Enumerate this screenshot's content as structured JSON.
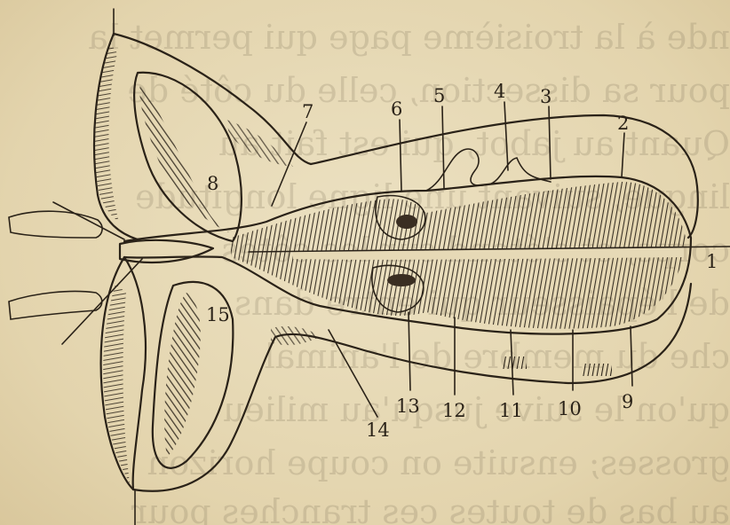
{
  "figure": {
    "labels": [
      {
        "id": "1",
        "text": "1"
      },
      {
        "id": "2",
        "text": "2"
      },
      {
        "id": "3",
        "text": "3"
      },
      {
        "id": "4",
        "text": "4"
      },
      {
        "id": "5",
        "text": "5"
      },
      {
        "id": "6",
        "text": "6"
      },
      {
        "id": "7",
        "text": "7"
      },
      {
        "id": "8",
        "text": "8"
      },
      {
        "id": "9",
        "text": "9"
      },
      {
        "id": "10",
        "text": "10"
      },
      {
        "id": "11",
        "text": "11"
      },
      {
        "id": "12",
        "text": "12"
      },
      {
        "id": "13",
        "text": "13"
      },
      {
        "id": "14",
        "text": "14"
      },
      {
        "id": "15",
        "text": "15"
      }
    ]
  },
  "colors": {
    "ink": "#2a2218",
    "paper": "#e6d9b6",
    "shade": "#5a4a36"
  }
}
